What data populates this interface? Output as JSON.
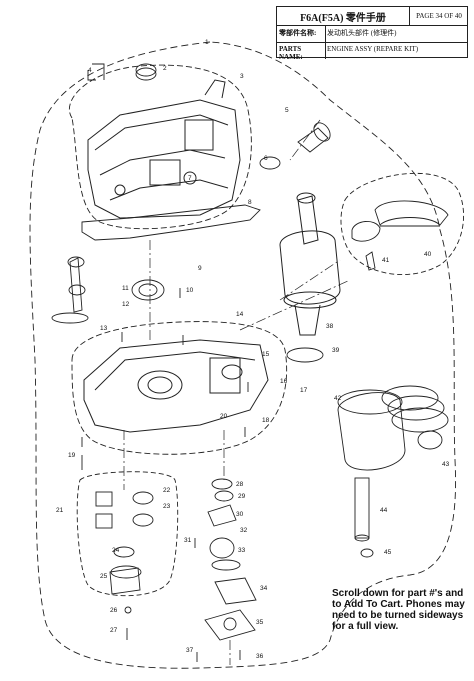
{
  "title_block": {
    "model_title": "F6A(F5A) 零件手册",
    "page": "PAGE 34 OF 40",
    "name_label_cn": "零部件名称:",
    "name_value_cn": "发动机头部件 (修理件)",
    "name_label_en": "PARTS NAME:",
    "name_value_en": "ENGINE ASSY (REPARE KIT)"
  },
  "note": "Scroll down for part #'s and to Add To Cart. Phones may need to be turned sideways for a full view.",
  "callouts": [
    "1",
    "2",
    "3",
    "4",
    "5",
    "6",
    "7",
    "8",
    "9",
    "10",
    "11",
    "12",
    "13",
    "14",
    "15",
    "16",
    "17",
    "18",
    "19",
    "20",
    "21",
    "22",
    "23",
    "24",
    "25",
    "26",
    "27",
    "28",
    "29",
    "30",
    "31",
    "32",
    "33",
    "34",
    "35",
    "36",
    "37",
    "38",
    "39",
    "40",
    "41",
    "42",
    "43",
    "44",
    "45"
  ]
}
